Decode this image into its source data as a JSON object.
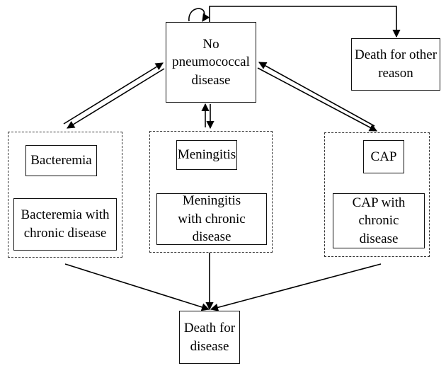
{
  "nodes": {
    "no_disease": "No\npneumococcal\ndisease",
    "death_other": "Death for other\nreason",
    "bacteremia": "Bacteremia",
    "bacteremia_chronic": "Bacteremia with\nchronic disease",
    "meningitis": "Meningitis",
    "meningitis_chronic": "Meningitis\nwith chronic disease",
    "cap": "CAP",
    "cap_chronic": "CAP with chronic\ndisease",
    "death_disease": "Death for\ndisease"
  }
}
